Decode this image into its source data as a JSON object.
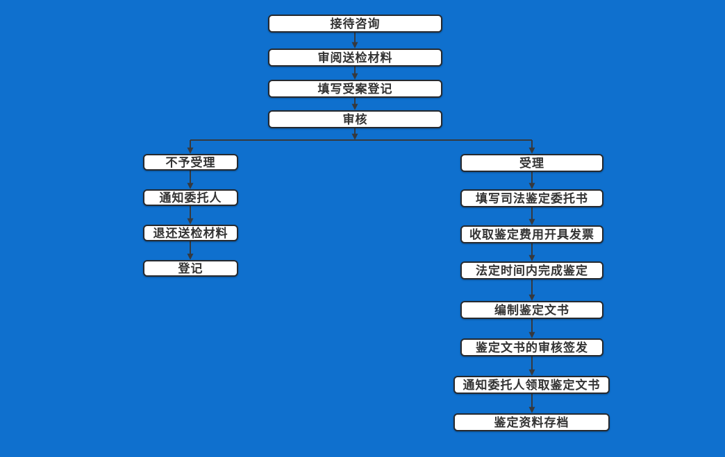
{
  "colors": {
    "background": "#0f70ce",
    "node_fill": "#ffffff",
    "node_border": "#26292e",
    "node_text": "#333333",
    "connector": "#36393e"
  },
  "flowchart": {
    "type": "flowchart",
    "main_column": {
      "nodes": [
        "接待咨询",
        "审阅送检材料",
        "填写受案登记",
        "审核"
      ]
    },
    "left_branch": {
      "nodes": [
        "不予受理",
        "通知委托人",
        "退还送检材料",
        "登记"
      ]
    },
    "right_branch": {
      "nodes": [
        "受理",
        "填写司法鉴定委托书",
        "收取鉴定费用开具发票",
        "法定时间内完成鉴定",
        "编制鉴定文书",
        "鉴定文书的审核签发",
        "通知委托人领取鉴定文书",
        "鉴定资料存档"
      ]
    }
  }
}
